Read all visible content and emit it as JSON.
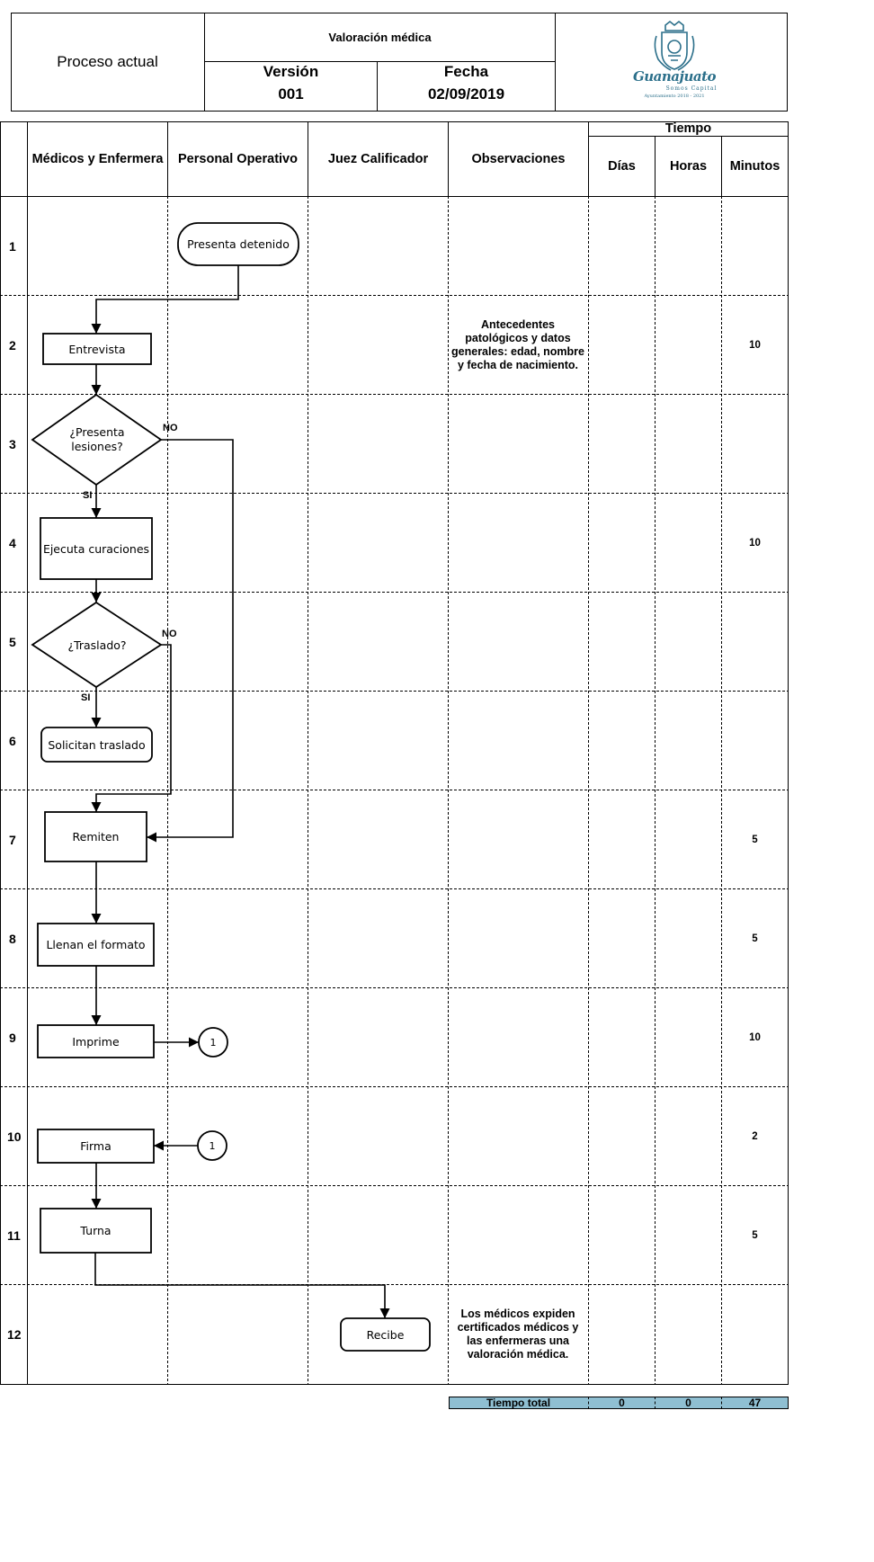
{
  "header": {
    "process_label": "Proceso actual",
    "title": "Valoración médica",
    "version_label": "Versión",
    "version_value": "001",
    "date_label": "Fecha",
    "date_value": "02/09/2019",
    "logo": {
      "icon": "coat-of-arms-icon",
      "wordmark": "Guanajuato",
      "tagline": "Somos Capital",
      "subtitle": "Ayuntamiento 2018 - 2021",
      "color": "#2b6f8a"
    }
  },
  "table": {
    "columns": [
      "Médicos y Enfermera",
      "Personal Operativo",
      "Juez Calificador",
      "Observaciones"
    ],
    "tiempo_label": "Tiempo",
    "time_columns": [
      "Días",
      "Horas",
      "Minutos"
    ],
    "rows": [
      {
        "number": "1",
        "minutes": ""
      },
      {
        "number": "2",
        "minutes": "10"
      },
      {
        "number": "3",
        "minutes": ""
      },
      {
        "number": "4",
        "minutes": "10"
      },
      {
        "number": "5",
        "minutes": ""
      },
      {
        "number": "6",
        "minutes": ""
      },
      {
        "number": "7",
        "minutes": "5"
      },
      {
        "number": "8",
        "minutes": "5"
      },
      {
        "number": "9",
        "minutes": "10"
      },
      {
        "number": "10",
        "minutes": "2"
      },
      {
        "number": "11",
        "minutes": "5"
      },
      {
        "number": "12",
        "minutes": ""
      }
    ],
    "observations": {
      "row2": "Antecedentes patológicos y datos generales: edad, nombre y fecha de nacimiento.",
      "row12": "Los médicos expiden certificados médicos y las enfermeras una valoración médica."
    }
  },
  "flow": {
    "start": "Presenta detenido",
    "interview": "Entrevista",
    "decision_injuries": "¿Presenta lesiones?",
    "cures": "Ejecuta curaciones",
    "decision_transfer": "¿Traslado?",
    "request_transfer": "Solicitan traslado",
    "remit": "Remiten",
    "fill_form": "Llenan el formato",
    "print": "Imprime",
    "connector": "1",
    "sign": "Firma",
    "turn": "Turna",
    "receive": "Recibe",
    "yes": "SI",
    "no": "NO"
  },
  "footer": {
    "total_label": "Tiempo total",
    "days": "0",
    "hours": "0",
    "minutes": "47",
    "bar_color": "#8fbfd2"
  }
}
